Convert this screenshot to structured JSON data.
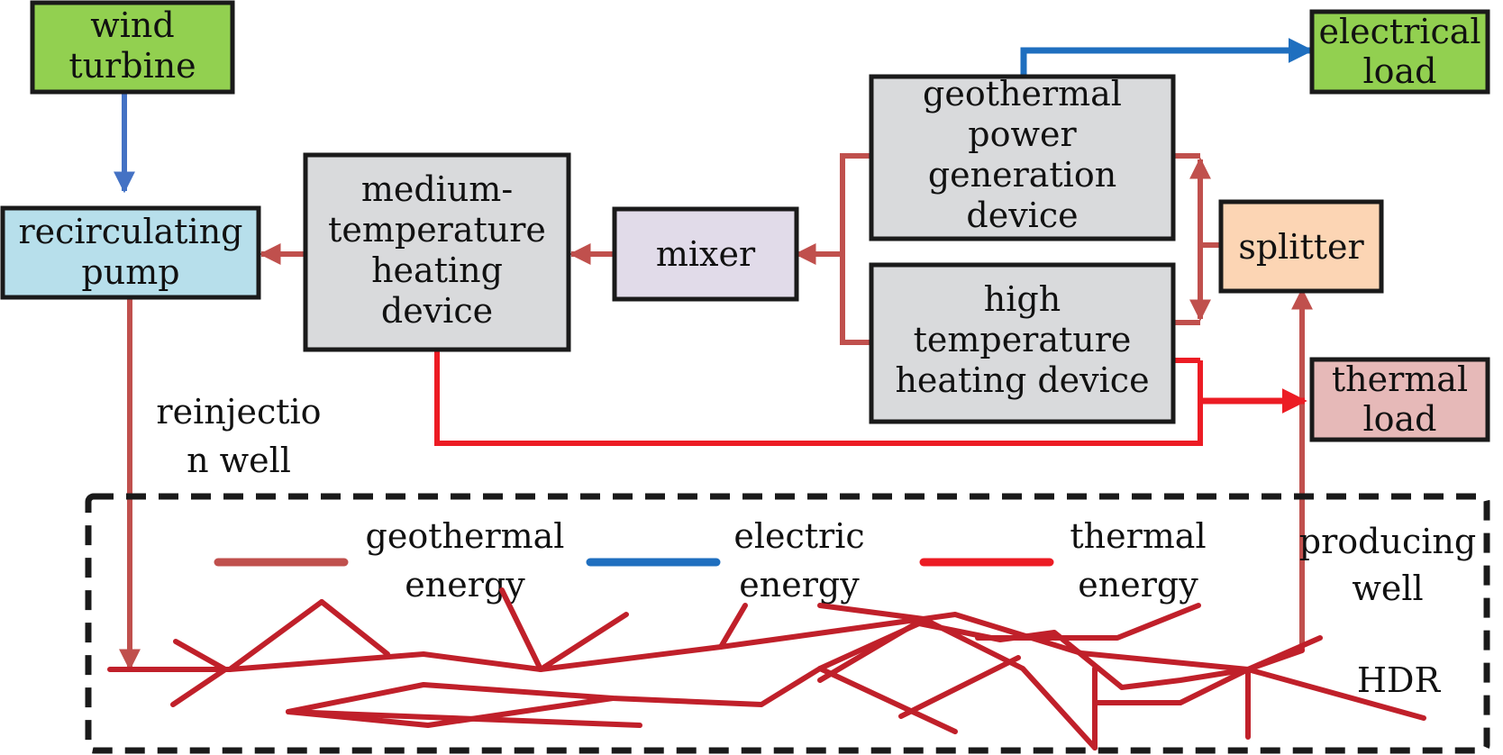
{
  "colors": {
    "geothermal": "#c0504d",
    "electric": "#1f6fbf",
    "thermal": "#ec1c24",
    "wind_arrow": "#4472c4",
    "fracture": "#c0202a",
    "green_box": "#92d050",
    "blue_box": "#b7dfeb",
    "gray_box": "#d9dadc",
    "purple_box": "#e1dbe9",
    "orange_box": "#fcd5b4",
    "pink_box": "#e6b9b8"
  },
  "boxes": {
    "wind_turbine": [
      "wind",
      "turbine"
    ],
    "recirculating_pump": [
      "recirculating",
      "pump"
    ],
    "medium_heating": [
      "medium-",
      "temperature",
      "heating",
      "device"
    ],
    "mixer": [
      "mixer"
    ],
    "geo_power": [
      "geothermal",
      "power",
      "generation",
      "device"
    ],
    "high_heating": [
      "high",
      "temperature",
      "heating device"
    ],
    "splitter": [
      "splitter"
    ],
    "electrical_load": [
      "electrical",
      "load"
    ],
    "thermal_load": [
      "thermal",
      "load"
    ]
  },
  "labels": {
    "reinjection_well": [
      "reinjectio",
      "n well"
    ],
    "producing_well": [
      "producing",
      "well"
    ],
    "hdr": "HDR"
  },
  "legend": [
    {
      "name": "geothermal-energy",
      "lines": [
        "geothermal",
        "energy"
      ],
      "color_key": "geothermal"
    },
    {
      "name": "electric-energy",
      "lines": [
        "electric",
        "energy"
      ],
      "color_key": "electric"
    },
    {
      "name": "thermal-energy",
      "lines": [
        "thermal",
        "energy"
      ],
      "color_key": "thermal"
    }
  ]
}
